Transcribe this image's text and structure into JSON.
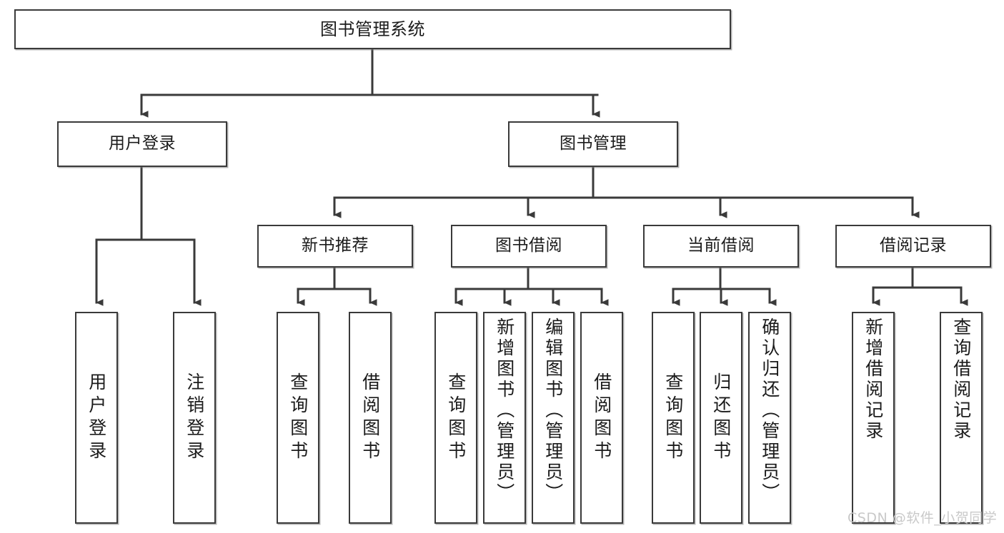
{
  "diagram": {
    "type": "tree-hierarchy",
    "root": {
      "id": "root",
      "label": "图书管理系统"
    },
    "level2": [
      {
        "id": "user-login",
        "label": "用户登录"
      },
      {
        "id": "book-manage",
        "label": "图书管理"
      }
    ],
    "level3": [
      {
        "id": "new-book-rec",
        "label": "新书推荐",
        "parent": "book-manage"
      },
      {
        "id": "book-borrow",
        "label": "图书借阅",
        "parent": "book-manage"
      },
      {
        "id": "current-borrow",
        "label": "当前借阅",
        "parent": "book-manage"
      },
      {
        "id": "borrow-record",
        "label": "借阅记录",
        "parent": "book-manage"
      }
    ],
    "leaves": [
      {
        "id": "leaf-user-login",
        "label": "用户登录",
        "parent": "user-login"
      },
      {
        "id": "leaf-logout-login",
        "label": "注销登录",
        "parent": "user-login"
      },
      {
        "id": "leaf-query-book-1",
        "label": "查询图书",
        "parent": "new-book-rec"
      },
      {
        "id": "leaf-borrow-book-1",
        "label": "借阅图书",
        "parent": "new-book-rec"
      },
      {
        "id": "leaf-query-book-2",
        "label": "查询图书",
        "parent": "book-borrow"
      },
      {
        "id": "leaf-add-book",
        "label": "新增图书（管理员）",
        "parent": "book-borrow"
      },
      {
        "id": "leaf-edit-book",
        "label": "编辑图书（管理员）",
        "parent": "book-borrow"
      },
      {
        "id": "leaf-borrow-book-2",
        "label": "借阅图书",
        "parent": "book-borrow"
      },
      {
        "id": "leaf-query-book-3",
        "label": "查询图书",
        "parent": "current-borrow"
      },
      {
        "id": "leaf-return-book",
        "label": "归还图书",
        "parent": "current-borrow"
      },
      {
        "id": "leaf-confirm-return",
        "label": "确认归还（管理员）",
        "parent": "current-borrow"
      },
      {
        "id": "leaf-add-record",
        "label": "新增借阅记录",
        "parent": "borrow-record"
      },
      {
        "id": "leaf-query-record",
        "label": "查询借阅记录",
        "parent": "borrow-record"
      }
    ]
  },
  "watermark": {
    "text": "CSDN @软件_小贺同学"
  },
  "colors": {
    "box_border": "#3a3a3a",
    "box_fill": "#ffffff",
    "connector": "#3a3a3a",
    "text": "#1b1b1b",
    "watermark": "#c9c9c9"
  }
}
